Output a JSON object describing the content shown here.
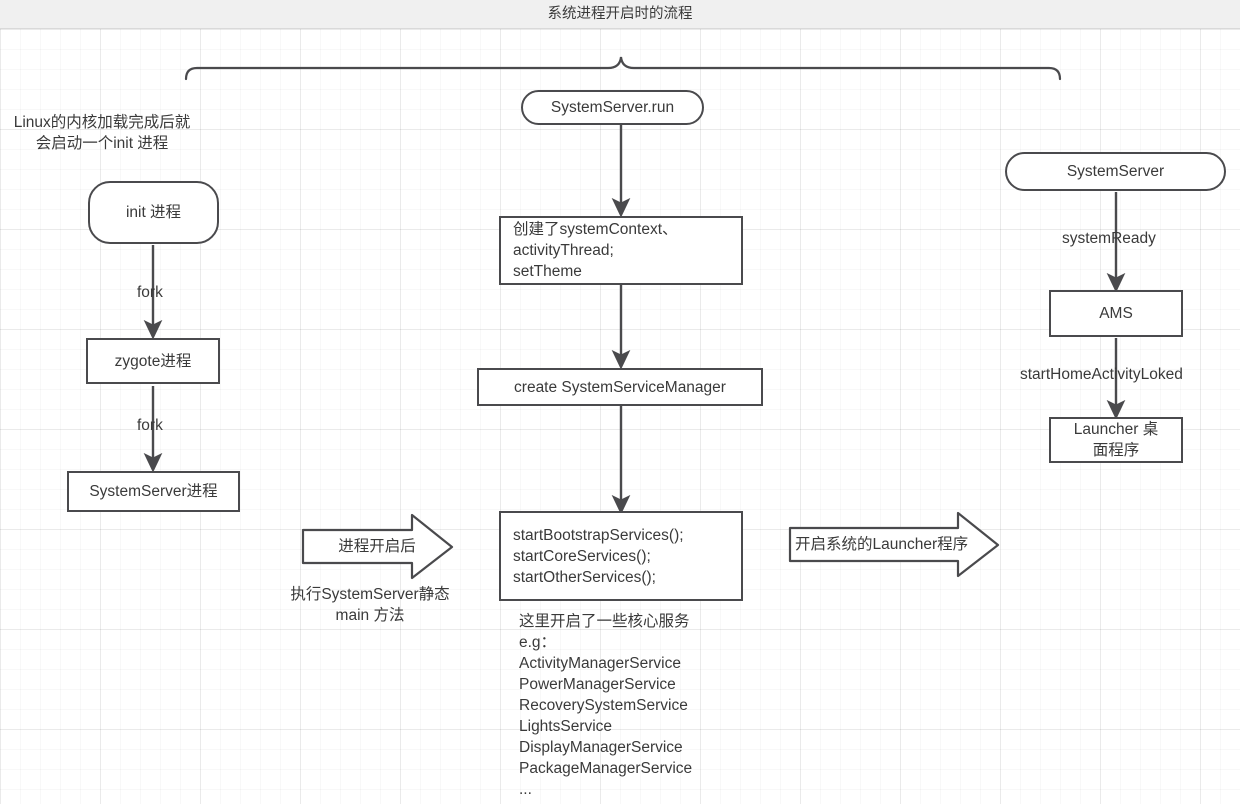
{
  "header": {
    "title": "系统进程开启时的流程"
  },
  "left_column": {
    "note": "Linux的内核加载完成后就\n会启动一个init 进程",
    "nodes": [
      {
        "id": "init-process",
        "label": "init 进程",
        "shape": "rounded"
      },
      {
        "id": "zygote-process",
        "label": "zygote进程",
        "shape": "rect"
      },
      {
        "id": "systemserver-process",
        "label": "SystemServer进程",
        "shape": "rect"
      }
    ],
    "edges": [
      {
        "from": "init-process",
        "to": "zygote-process",
        "label": "fork"
      },
      {
        "from": "zygote-process",
        "to": "systemserver-process",
        "label": "fork"
      }
    ]
  },
  "middle_column": {
    "nodes": [
      {
        "id": "systemserver-run",
        "label": "SystemServer.run",
        "shape": "rounded"
      },
      {
        "id": "create-context",
        "label": "创建了systemContext、\nactivityThread;\nsetTheme",
        "shape": "rect"
      },
      {
        "id": "create-ssm",
        "label": "create SystemServiceManager",
        "shape": "rect"
      },
      {
        "id": "start-services",
        "label": "startBootstrapServices();\nstartCoreServices();\nstartOtherServices();",
        "shape": "rect"
      }
    ],
    "services_note": "这里开启了一些核心服务\ne.g：\nActivityManagerService\nPowerManagerService\nRecoverySystemService\nLightsService\nDisplayManagerService\nPackageManagerService\n..."
  },
  "right_column": {
    "nodes": [
      {
        "id": "systemserver",
        "label": "SystemServer",
        "shape": "rounded"
      },
      {
        "id": "ams",
        "label": "AMS",
        "shape": "rect"
      },
      {
        "id": "launcher",
        "label": "Launcher 桌\n面程序",
        "shape": "rect"
      }
    ],
    "edges": [
      {
        "from": "systemserver",
        "to": "ams",
        "label": "systemReady"
      },
      {
        "from": "ams",
        "to": "launcher",
        "label": "startHomeActivityLoked"
      }
    ]
  },
  "connectors": {
    "left_to_middle": {
      "arrow_label": "进程开启后",
      "caption": "执行SystemServer静态\nmain 方法"
    },
    "middle_to_right": {
      "arrow_label": "开启系统的Launcher程序"
    }
  },
  "colors": {
    "stroke": "#4a4a4d",
    "text": "#3a3a3a",
    "background": "#ffffff",
    "header_bar": "#f0f0f0",
    "grid_line": "#eaeaea"
  }
}
